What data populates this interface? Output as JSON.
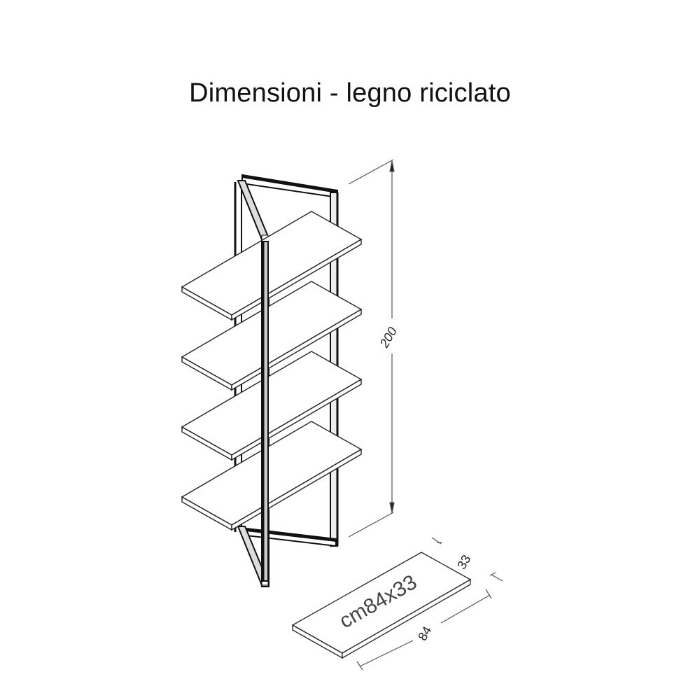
{
  "title": "Dimensioni - legno riciclato",
  "dimensions": {
    "height": "200",
    "shelf_depth": "33",
    "shelf_width": "84",
    "shelf_label": "cm84x33"
  },
  "drawing": {
    "subject": "shelving unit with 4 shelves and angled steel frame",
    "shelf_count": 4,
    "line_color": "#1a1a1a",
    "dimension_line_color": "#555555"
  }
}
